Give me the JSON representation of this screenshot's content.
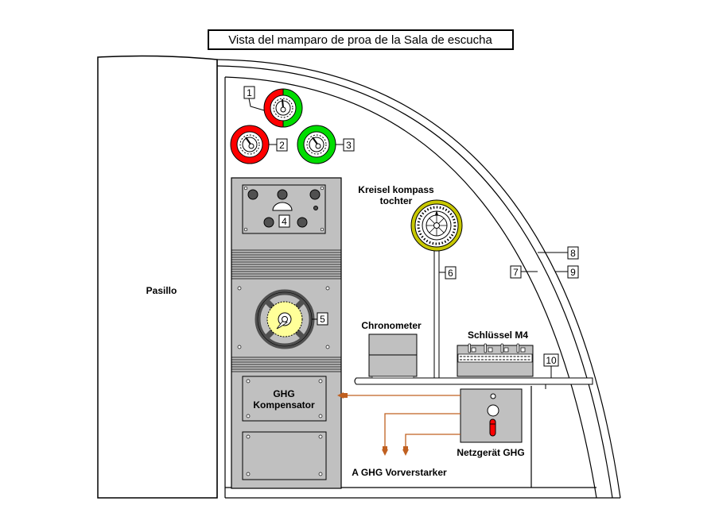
{
  "title": "Vista del mamparo de proa de la Sala de escucha",
  "labels": {
    "corridor": "Pasillo",
    "gyro_line1": "Kreisel kompass",
    "gyro_line2": "tochter",
    "chronometer": "Chronometer",
    "key_device": "Schlüssel  M4",
    "compensator_line1": "GHG",
    "compensator_line2": "Kompensator",
    "power_supply": "Netzgerät GHG",
    "preamp": "A GHG Vorverstarker"
  },
  "callouts": [
    "1",
    "2",
    "3",
    "4",
    "5",
    "6",
    "7",
    "8",
    "9",
    "10"
  ],
  "gauges": [
    {
      "id": "1",
      "ring": "red-green"
    },
    {
      "id": "2",
      "ring": "red"
    },
    {
      "id": "3",
      "ring": "green"
    }
  ],
  "colors": {
    "red": "#ff0000",
    "green": "#00dd00",
    "panel": "#c0c0c0",
    "dark": "#505050",
    "yellow": "#c8c800",
    "pale_yellow": "#ffff99",
    "cable": "#c06020"
  }
}
